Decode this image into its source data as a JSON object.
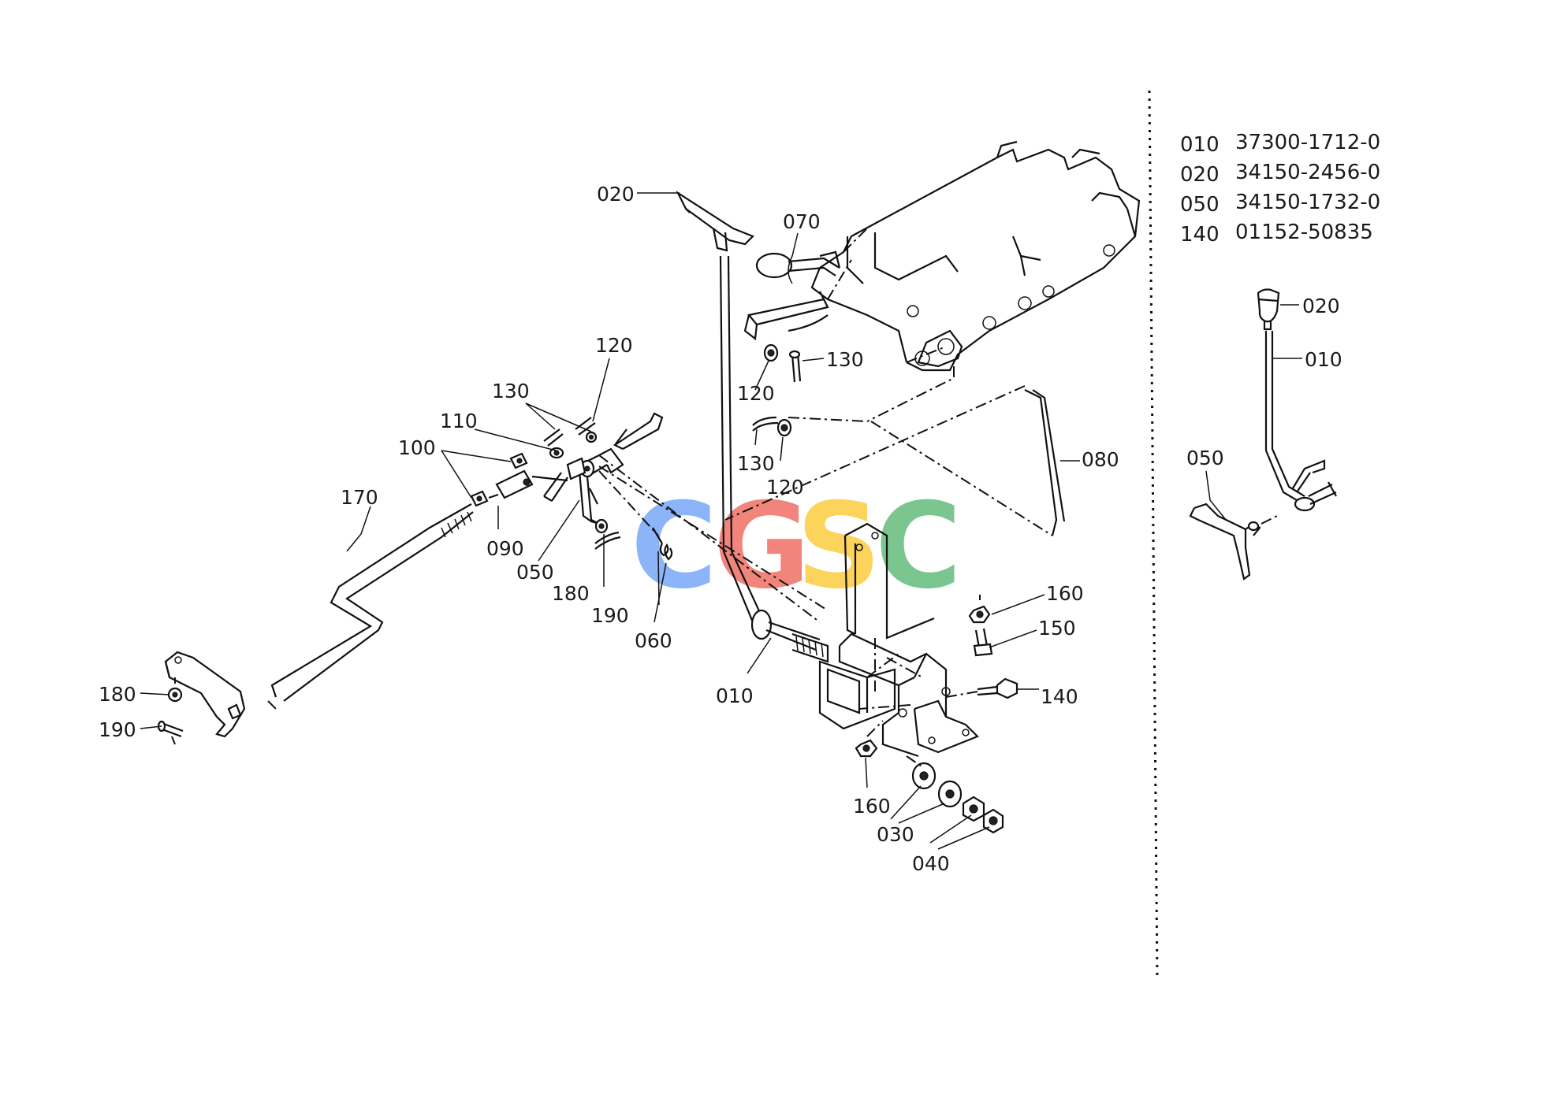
{
  "watermark": {
    "letters": [
      "C",
      "G",
      "S",
      "C"
    ],
    "colors": [
      "#4f8df5",
      "#ea4335",
      "#fbbc05",
      "#34a853"
    ]
  },
  "callouts": [
    {
      "id": "020-main",
      "text": "020"
    },
    {
      "id": "070",
      "text": "070"
    },
    {
      "id": "120-top",
      "text": "120"
    },
    {
      "id": "130-top",
      "text": "130"
    },
    {
      "id": "110",
      "text": "110"
    },
    {
      "id": "100",
      "text": "100"
    },
    {
      "id": "170",
      "text": "170"
    },
    {
      "id": "090",
      "text": "090"
    },
    {
      "id": "050-main",
      "text": "050"
    },
    {
      "id": "180-mid",
      "text": "180"
    },
    {
      "id": "190-mid",
      "text": "190"
    },
    {
      "id": "060",
      "text": "060"
    },
    {
      "id": "010-main",
      "text": "010"
    },
    {
      "id": "120-right",
      "text": "120"
    },
    {
      "id": "130-right",
      "text": "130"
    },
    {
      "id": "130-low",
      "text": "130"
    },
    {
      "id": "120-low",
      "text": "120"
    },
    {
      "id": "080",
      "text": "080"
    },
    {
      "id": "160-top",
      "text": "160"
    },
    {
      "id": "150",
      "text": "150"
    },
    {
      "id": "140",
      "text": "140"
    },
    {
      "id": "160-low",
      "text": "160"
    },
    {
      "id": "030",
      "text": "030"
    },
    {
      "id": "040",
      "text": "040"
    },
    {
      "id": "180-left",
      "text": "180"
    },
    {
      "id": "190-left",
      "text": "190"
    },
    {
      "id": "020-inset",
      "text": "020"
    },
    {
      "id": "010-inset",
      "text": "010"
    },
    {
      "id": "050-inset",
      "text": "050"
    }
  ],
  "parts_list": [
    {
      "ref": "010",
      "part_no": "37300-1712-0"
    },
    {
      "ref": "020",
      "part_no": "34150-2456-0"
    },
    {
      "ref": "050",
      "part_no": "34150-1732-0"
    },
    {
      "ref": "140",
      "part_no": "01152-50835"
    }
  ]
}
